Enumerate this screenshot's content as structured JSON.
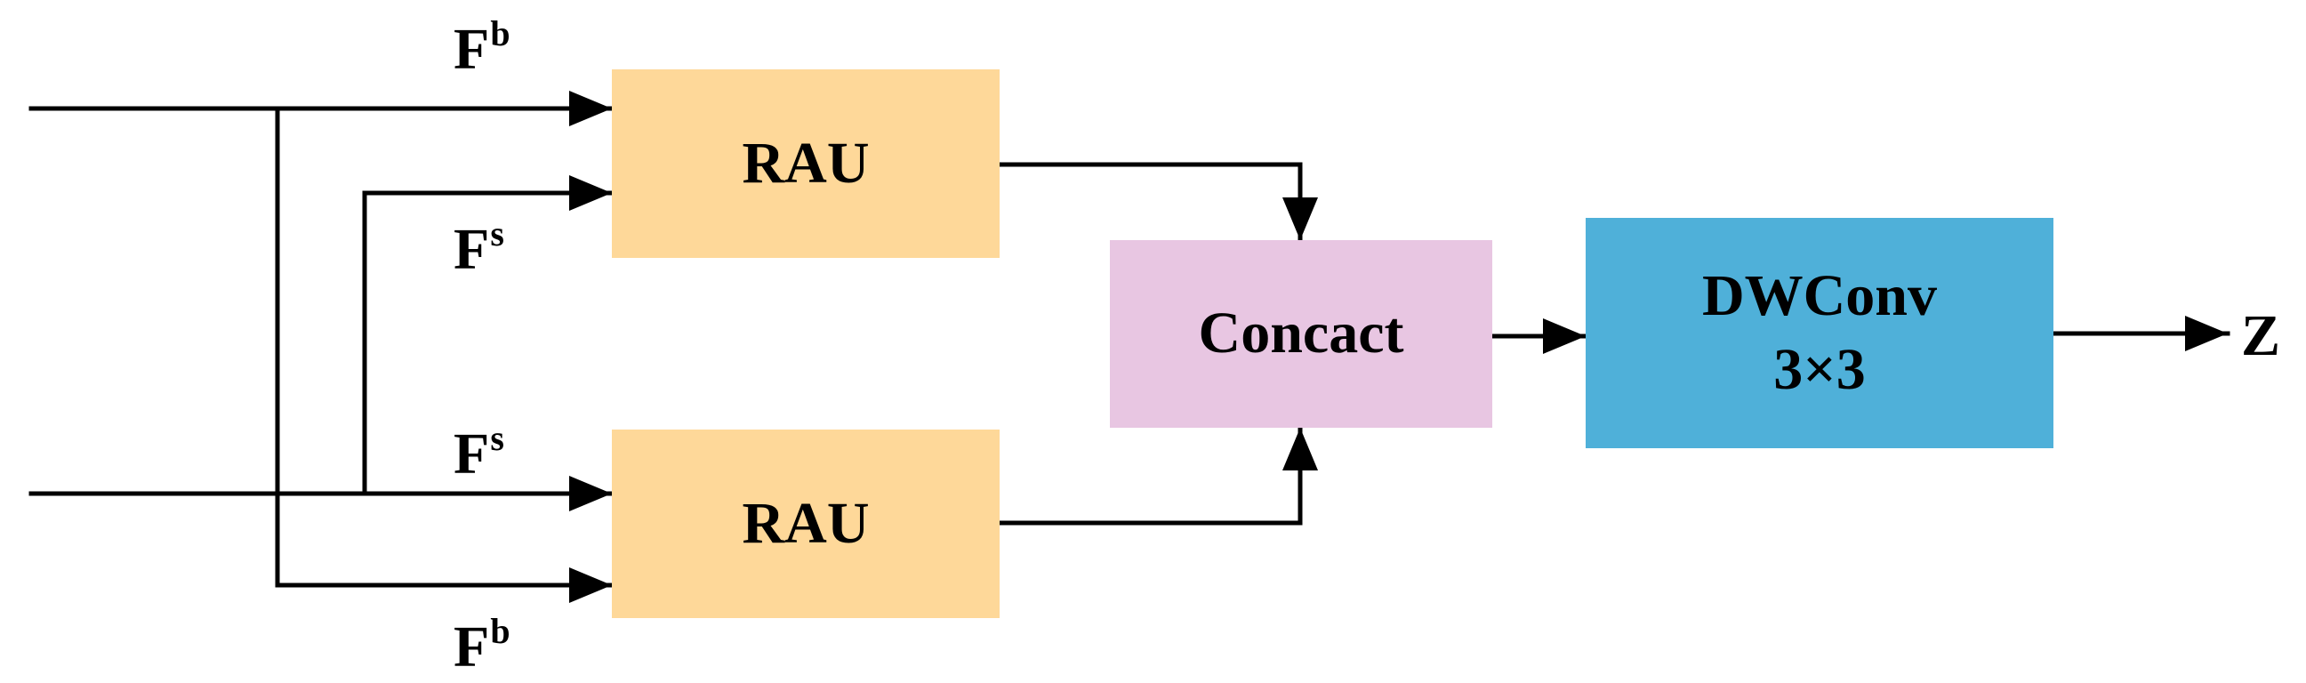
{
  "colors": {
    "rau_fill": "#FED899",
    "concat_fill": "#E8C6E2",
    "dwconv_fill": "#4FB0D9",
    "stroke": "#000000"
  },
  "blocks": {
    "rau_top": "RAU",
    "rau_bottom": "RAU",
    "concat": "Concact",
    "dwconv": [
      "DWConv",
      "3×3"
    ]
  },
  "labels": {
    "fb_top": {
      "base": "F",
      "sup": "b"
    },
    "fs_top": {
      "base": "F",
      "sup": "s"
    },
    "fs_bottom": {
      "base": "F",
      "sup": "s"
    },
    "fb_bottom": {
      "base": "F",
      "sup": "b"
    },
    "output": "Z"
  }
}
